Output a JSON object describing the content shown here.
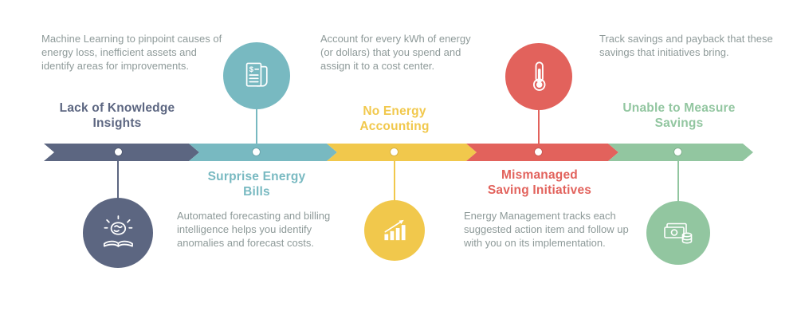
{
  "text_color": "#8e9a99",
  "steps": [
    {
      "title": "Lack of Knowledge\nInsights",
      "description": "Machine Learning to pinpoint causes of energy loss, inefficient assets and identify areas for improvements.",
      "color": "#5c6681",
      "icon": "brain-book-icon"
    },
    {
      "title": "Surprise Energy\nBills",
      "description": "Automated forecasting and billing intelligence helps you identify anomalies and forecast costs.",
      "color": "#78b9c1",
      "icon": "receipt-icon"
    },
    {
      "title": "No Energy\nAccounting",
      "description": "Account for every kWh of energy (or dollars) that you spend and assign it to a cost center.",
      "color": "#f1c84c",
      "icon": "bar-chart-icon"
    },
    {
      "title": "Mismanaged\nSaving Initiatives",
      "description": "Energy Management tracks each suggested action item and follow up with you on its implementation.",
      "color": "#e2625c",
      "icon": "thermometer-icon"
    },
    {
      "title": "Unable to Measure\nSavings",
      "description": "Track savings and payback that these savings that initiatives bring.",
      "color": "#92c6a0",
      "icon": "money-icon"
    }
  ]
}
